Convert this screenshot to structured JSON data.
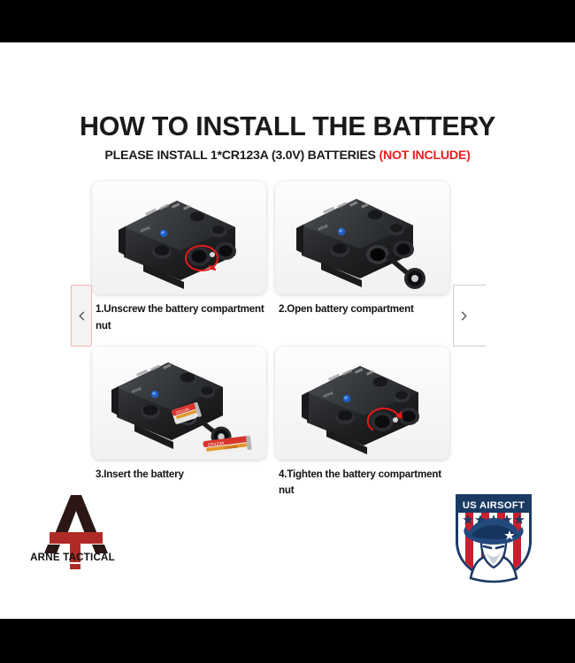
{
  "header": {
    "title": "HOW TO INSTALL THE BATTERY",
    "subtitle_main": "PLEASE INSTALL 1*CR123A (3.0V) BATTERIES ",
    "subtitle_warning": "(NOT INCLUDE)",
    "warning_color": "#e8201f"
  },
  "carousel": {
    "prev_label": "‹",
    "next_label": "›",
    "prev_border_color": "#f0b4b6",
    "next_border_color": "#cfcfcf"
  },
  "steps": [
    {
      "caption": "1.Unscrew the battery compartment nut",
      "image_alt": "peq-laser-device-nut-circled"
    },
    {
      "caption": "2.Open battery compartment",
      "image_alt": "peq-laser-device-cap-opened"
    },
    {
      "caption": "3.Insert the battery",
      "image_alt": "peq-laser-device-cr123a-battery-insert"
    },
    {
      "caption": "4.Tighten the battery compartment nut",
      "image_alt": "peq-laser-device-nut-tighten-arrow"
    }
  ],
  "logos": {
    "arne": {
      "text": "ARNE TACTICAL",
      "dark_color": "#2b1715",
      "red_color": "#b02b26"
    },
    "usairsoft": {
      "text": "US AIRSOFT",
      "navy_color": "#1b3a63",
      "red_color": "#c8202e"
    }
  },
  "theme": {
    "page_background": "#ffffff",
    "letterbox_color": "#000000",
    "text_color": "#131313"
  }
}
